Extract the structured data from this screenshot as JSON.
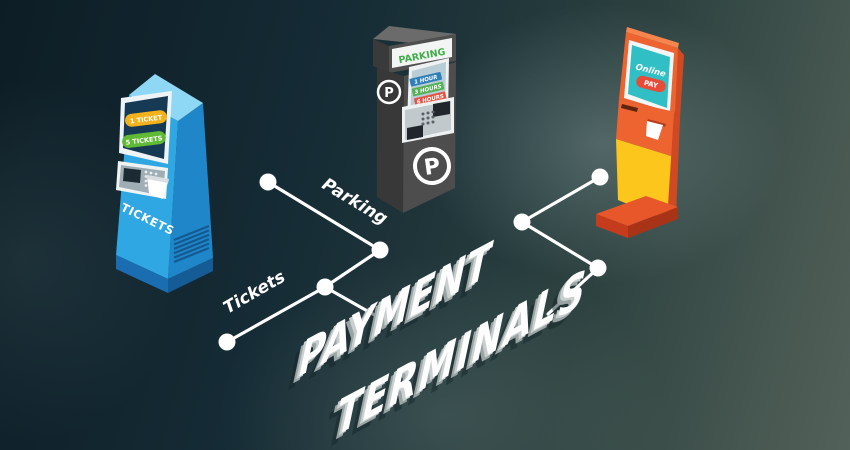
{
  "title": {
    "word1": "PAYMENT",
    "word2": "TERMINALS"
  },
  "connectors": {
    "parking_label": "Parking",
    "tickets_label": "Tickets"
  },
  "ticket_machine": {
    "label": "TICKETS",
    "buttons": [
      {
        "label": "1 TICKET",
        "color": "#f2b21c"
      },
      {
        "label": "5 TICKETS",
        "color": "#61ba35"
      }
    ]
  },
  "parking_meter": {
    "sign": "PARKING",
    "symbol": "P",
    "buttons": [
      {
        "label": "1 HOUR",
        "color": "#2f7fb8"
      },
      {
        "label": "3 HOURS",
        "color": "#55b155"
      },
      {
        "label": "6 HOURS",
        "color": "#e25544"
      }
    ]
  },
  "online_kiosk": {
    "screen_line1": "Online",
    "pay_button": "PAY"
  },
  "colors": {
    "ticket_machine_front": "#2ea7e2",
    "ticket_machine_side": "#1f86c9",
    "parking_meter_body": "#4d4d4d",
    "kiosk_orange": "#ee6430",
    "kiosk_yellow": "#fcc61c",
    "kiosk_screen_teal": "#2fbfc4",
    "line_white": "#ffffff",
    "background_dark": "#0d1d25",
    "background_light": "#52615a"
  }
}
